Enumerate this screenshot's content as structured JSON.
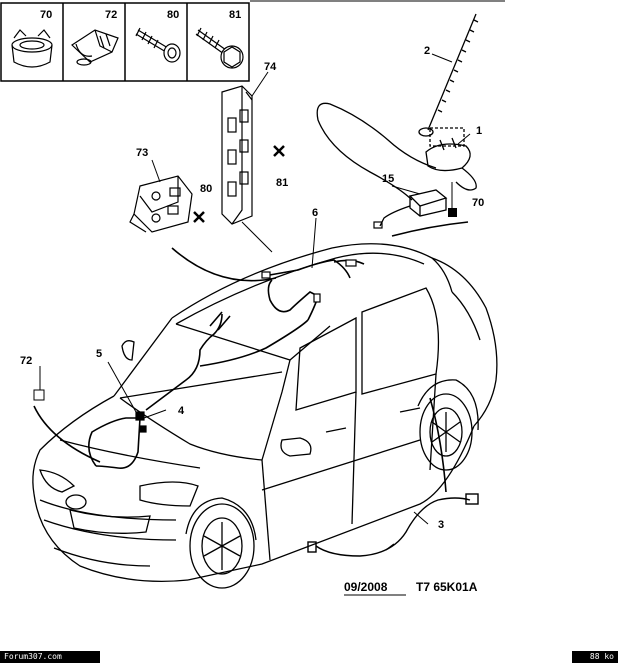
{
  "legend": {
    "items": [
      {
        "num": "70",
        "icon": "clip-ring-icon"
      },
      {
        "num": "72",
        "icon": "fastener-clip-icon"
      },
      {
        "num": "80",
        "icon": "screw-icon"
      },
      {
        "num": "81",
        "icon": "flange-bolt-icon"
      }
    ]
  },
  "callouts": {
    "c1": "1",
    "c2": "2",
    "c3": "3",
    "c4": "4",
    "c5": "5",
    "c6": "6",
    "c15": "15",
    "c70": "70",
    "c72": "72",
    "c73": "73",
    "c74": "74",
    "c80": "80",
    "c81": "81"
  },
  "reference": {
    "date": "09/2008",
    "code": "T7 65K01A"
  },
  "footer": {
    "left": "Forum307.com",
    "right": "88 ko"
  },
  "colors": {
    "line": "#000000",
    "background": "#ffffff"
  }
}
